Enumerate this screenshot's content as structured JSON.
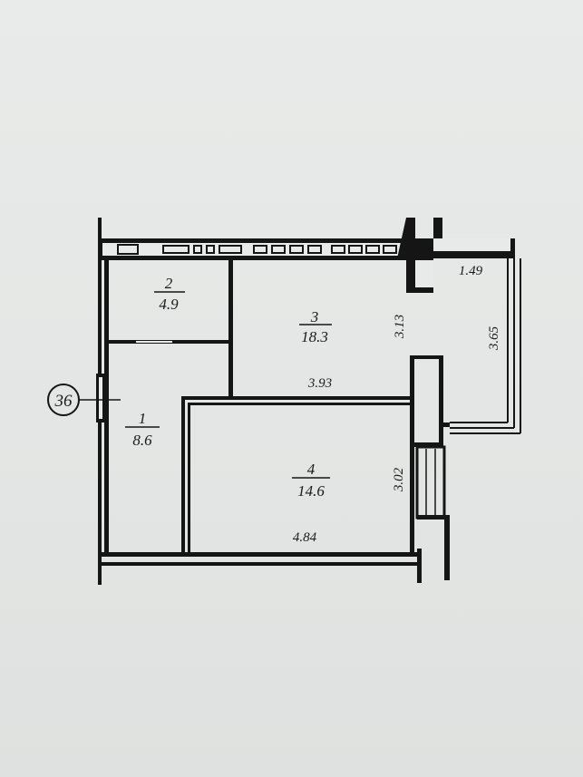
{
  "axis_marker": "36",
  "rooms": [
    {
      "number": "1",
      "area": "8.6"
    },
    {
      "number": "2",
      "area": "4.9"
    },
    {
      "number": "3",
      "area": "18.3"
    },
    {
      "number": "4",
      "area": "14.6"
    }
  ],
  "dimensions": {
    "balcony_width": "1.49",
    "room3_height": "3.13",
    "balcony_length": "3.65",
    "room3_width": "3.93",
    "room4_height": "3.02",
    "room4_width": "4.84"
  }
}
